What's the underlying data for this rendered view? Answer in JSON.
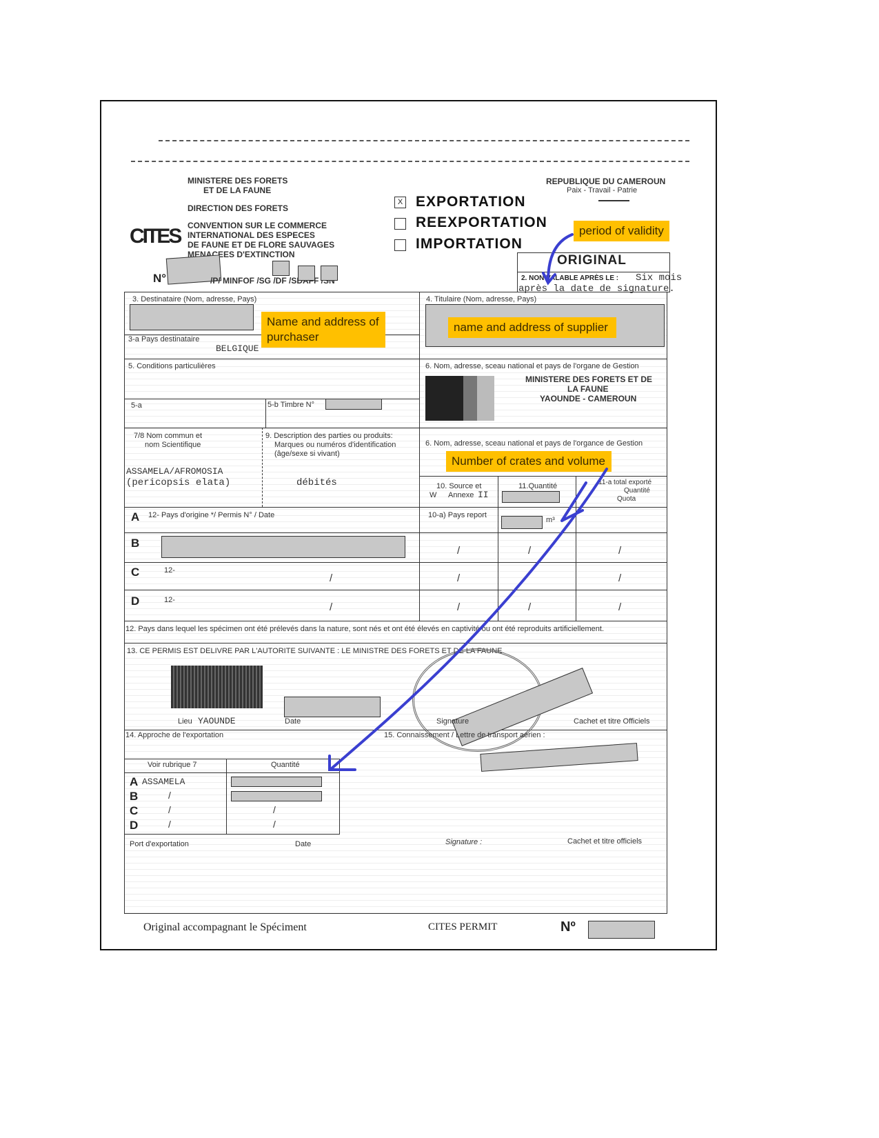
{
  "header": {
    "ministry_line1": "MINISTERE DES FORETS",
    "ministry_line2": "ET DE LA FAUNE",
    "direction": "DIRECTION DES FORETS",
    "convention": [
      "CONVENTION SUR LE COMMERCE",
      "INTERNATIONAL DES ESPECES",
      "DE FAUNE ET DE FLORE SAUVAGES",
      "MENACEES D'EXTINCTION"
    ],
    "logo": "CITES",
    "number_label": "N°",
    "number_suffix": "/P/ MINFOF /SG /DF /SDAFF /SN",
    "republic": "REPUBLIQUE DU CAMEROUN",
    "motto": "Paix - Travail - Patrie",
    "types": [
      {
        "label": "EXPORTATION",
        "checked": true,
        "mark": "X"
      },
      {
        "label": "REEXPORTATION",
        "checked": false
      },
      {
        "label": "IMPORTATION",
        "checked": false
      }
    ],
    "original": "ORIGINAL",
    "validity_label": "2. NON VALABLE APRÈS LE :",
    "validity_value_1": "Six mois",
    "validity_value_2": "après la date de signature."
  },
  "fields": {
    "f3": "3. Destinataire (Nom, adresse, Pays)",
    "f3a": "3-a Pays destinataire",
    "f3a_value": "BELGIQUE",
    "f4": "4. Titulaire (Nom, adresse, Pays)",
    "f5": "5. Conditions particulières",
    "f5a": "5-a",
    "f5b": "5-b Timbre N°",
    "f5c": "6. Nom, adresse, sceau national et pays de l'organe de Gestion",
    "authority": [
      "MINISTERE DES FORETS ET DE",
      "LA FAUNE",
      "YAOUNDE - CAMEROUN"
    ],
    "f78": [
      "7/8 Nom commun et",
      "nom Scientifique"
    ],
    "species_1": "ASSAMELA/AFROMOSIA",
    "species_2": "(pericopsis elata)",
    "f9": [
      "9. Description des parties ou produits:",
      "Marques ou numéros d'identification",
      "(âge/sexe si vivant)"
    ],
    "description": "débités",
    "f6": "6. Nom, adresse, sceau national et pays de l'organce de Gestion",
    "f10": "10. Source et",
    "f10b": "Annexe",
    "source_code": "W",
    "annex": "II",
    "f11": "11.Quantité",
    "f11a": [
      "11-a total exporté",
      "Quantité",
      "Quota"
    ],
    "f12_origin": "12- Pays d'origine */ Permis N° / Date",
    "f10a": "10-a) Pays report",
    "unit": "m³",
    "rows": [
      "A",
      "B",
      "C",
      "D"
    ],
    "row_prefix": "12-",
    "slash": "/",
    "f12": "12. Pays dans lequel les spécimen ont été prélevés dans la nature, sont nés et ont été élevés en captivité ou ont  été reproduits artificiellement.",
    "f13": "13. CE PERMIS EST DELIVRE PAR L'AUTORITE SUIVANTE : LE MINISTRE DES FORETS ET DE LA FAUNE",
    "place_label": "Lieu",
    "place": "YAOUNDE",
    "date_label": "Date",
    "signature_label": "Signature",
    "stamp_label": "Cachet et titre Officiels",
    "f14": "14. Approche de l'exportation",
    "f15": "15. Connaissement / Lettre de transport aérien :",
    "t_col1": "Voir rubrique 7",
    "t_col2": "Quantité",
    "t_row_a": "ASSAMELA",
    "port_label": "Port d'exportation",
    "date2_label": "Date",
    "signature2_label": "Signature :",
    "stamp2_label": "Cachet et titre officiels"
  },
  "footer": {
    "left": "Original accompagnant le Spéciment",
    "center": "CITES PERMIT",
    "number_label": "Nº"
  },
  "annotations": {
    "validity": "period of validity",
    "purchaser": "Name and address of purchaser",
    "supplier": "name and address of supplier",
    "crates": "Number of crates and volume"
  },
  "colors": {
    "annotation": "#ffc000",
    "arrow": "#3a3fd0",
    "redaction": "#c8c8c8"
  }
}
